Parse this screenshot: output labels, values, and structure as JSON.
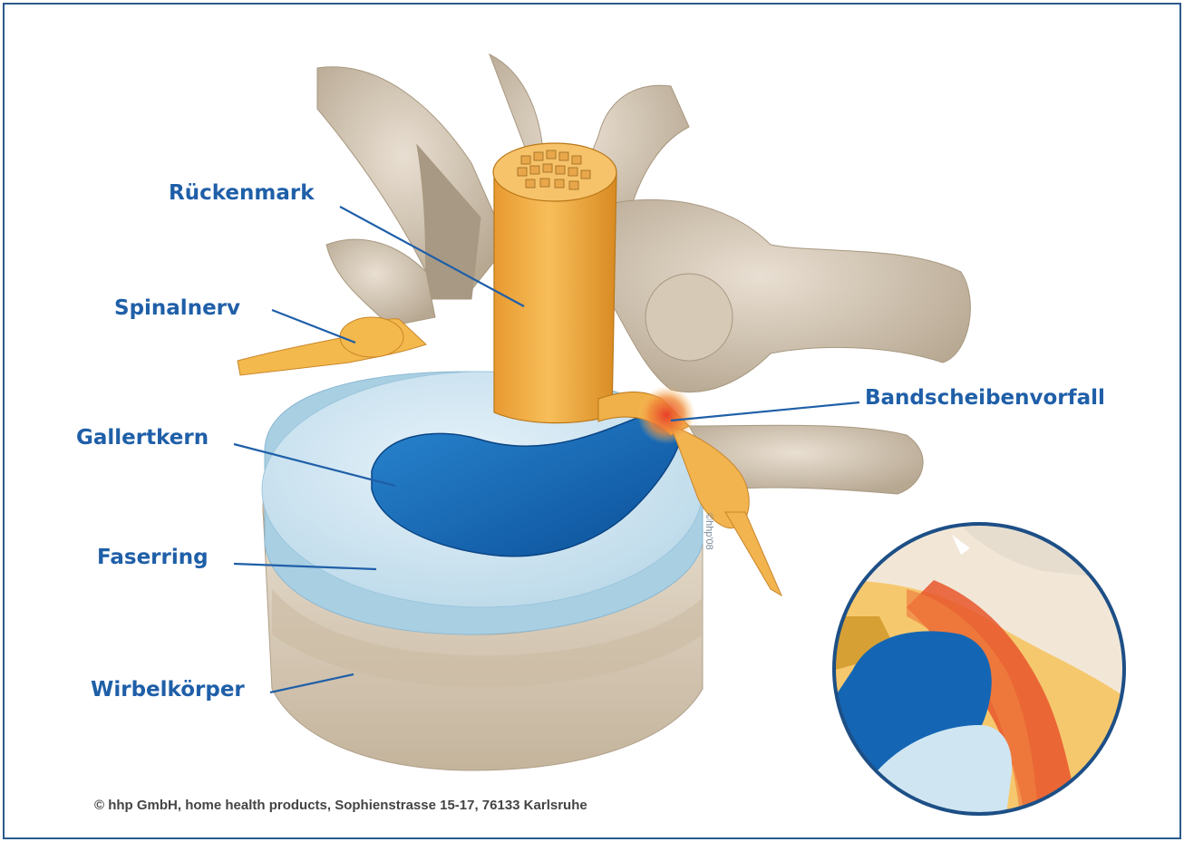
{
  "labels": {
    "rueckenmark": "Rückenmark",
    "spinalnerv": "Spinalnerv",
    "gallertkern": "Gallertkern",
    "faserring": "Faserring",
    "wirbelkoerper": "Wirbelkörper",
    "bandscheibenvorfall": "Bandscheibenvorfall"
  },
  "copyright": "© hhp GmbH, home health products, Sophienstrasse 15-17, 76133 Karlsruhe",
  "artist_stamp": "©hhp'08",
  "colors": {
    "label": "#1f5fa8",
    "frame": "#2a5a8c",
    "bone": "#d8ccbc",
    "disc": "#cfe6f2",
    "nucleus": "#1466b4",
    "cord": "#f0a83c",
    "herniation": "#e8402a"
  }
}
